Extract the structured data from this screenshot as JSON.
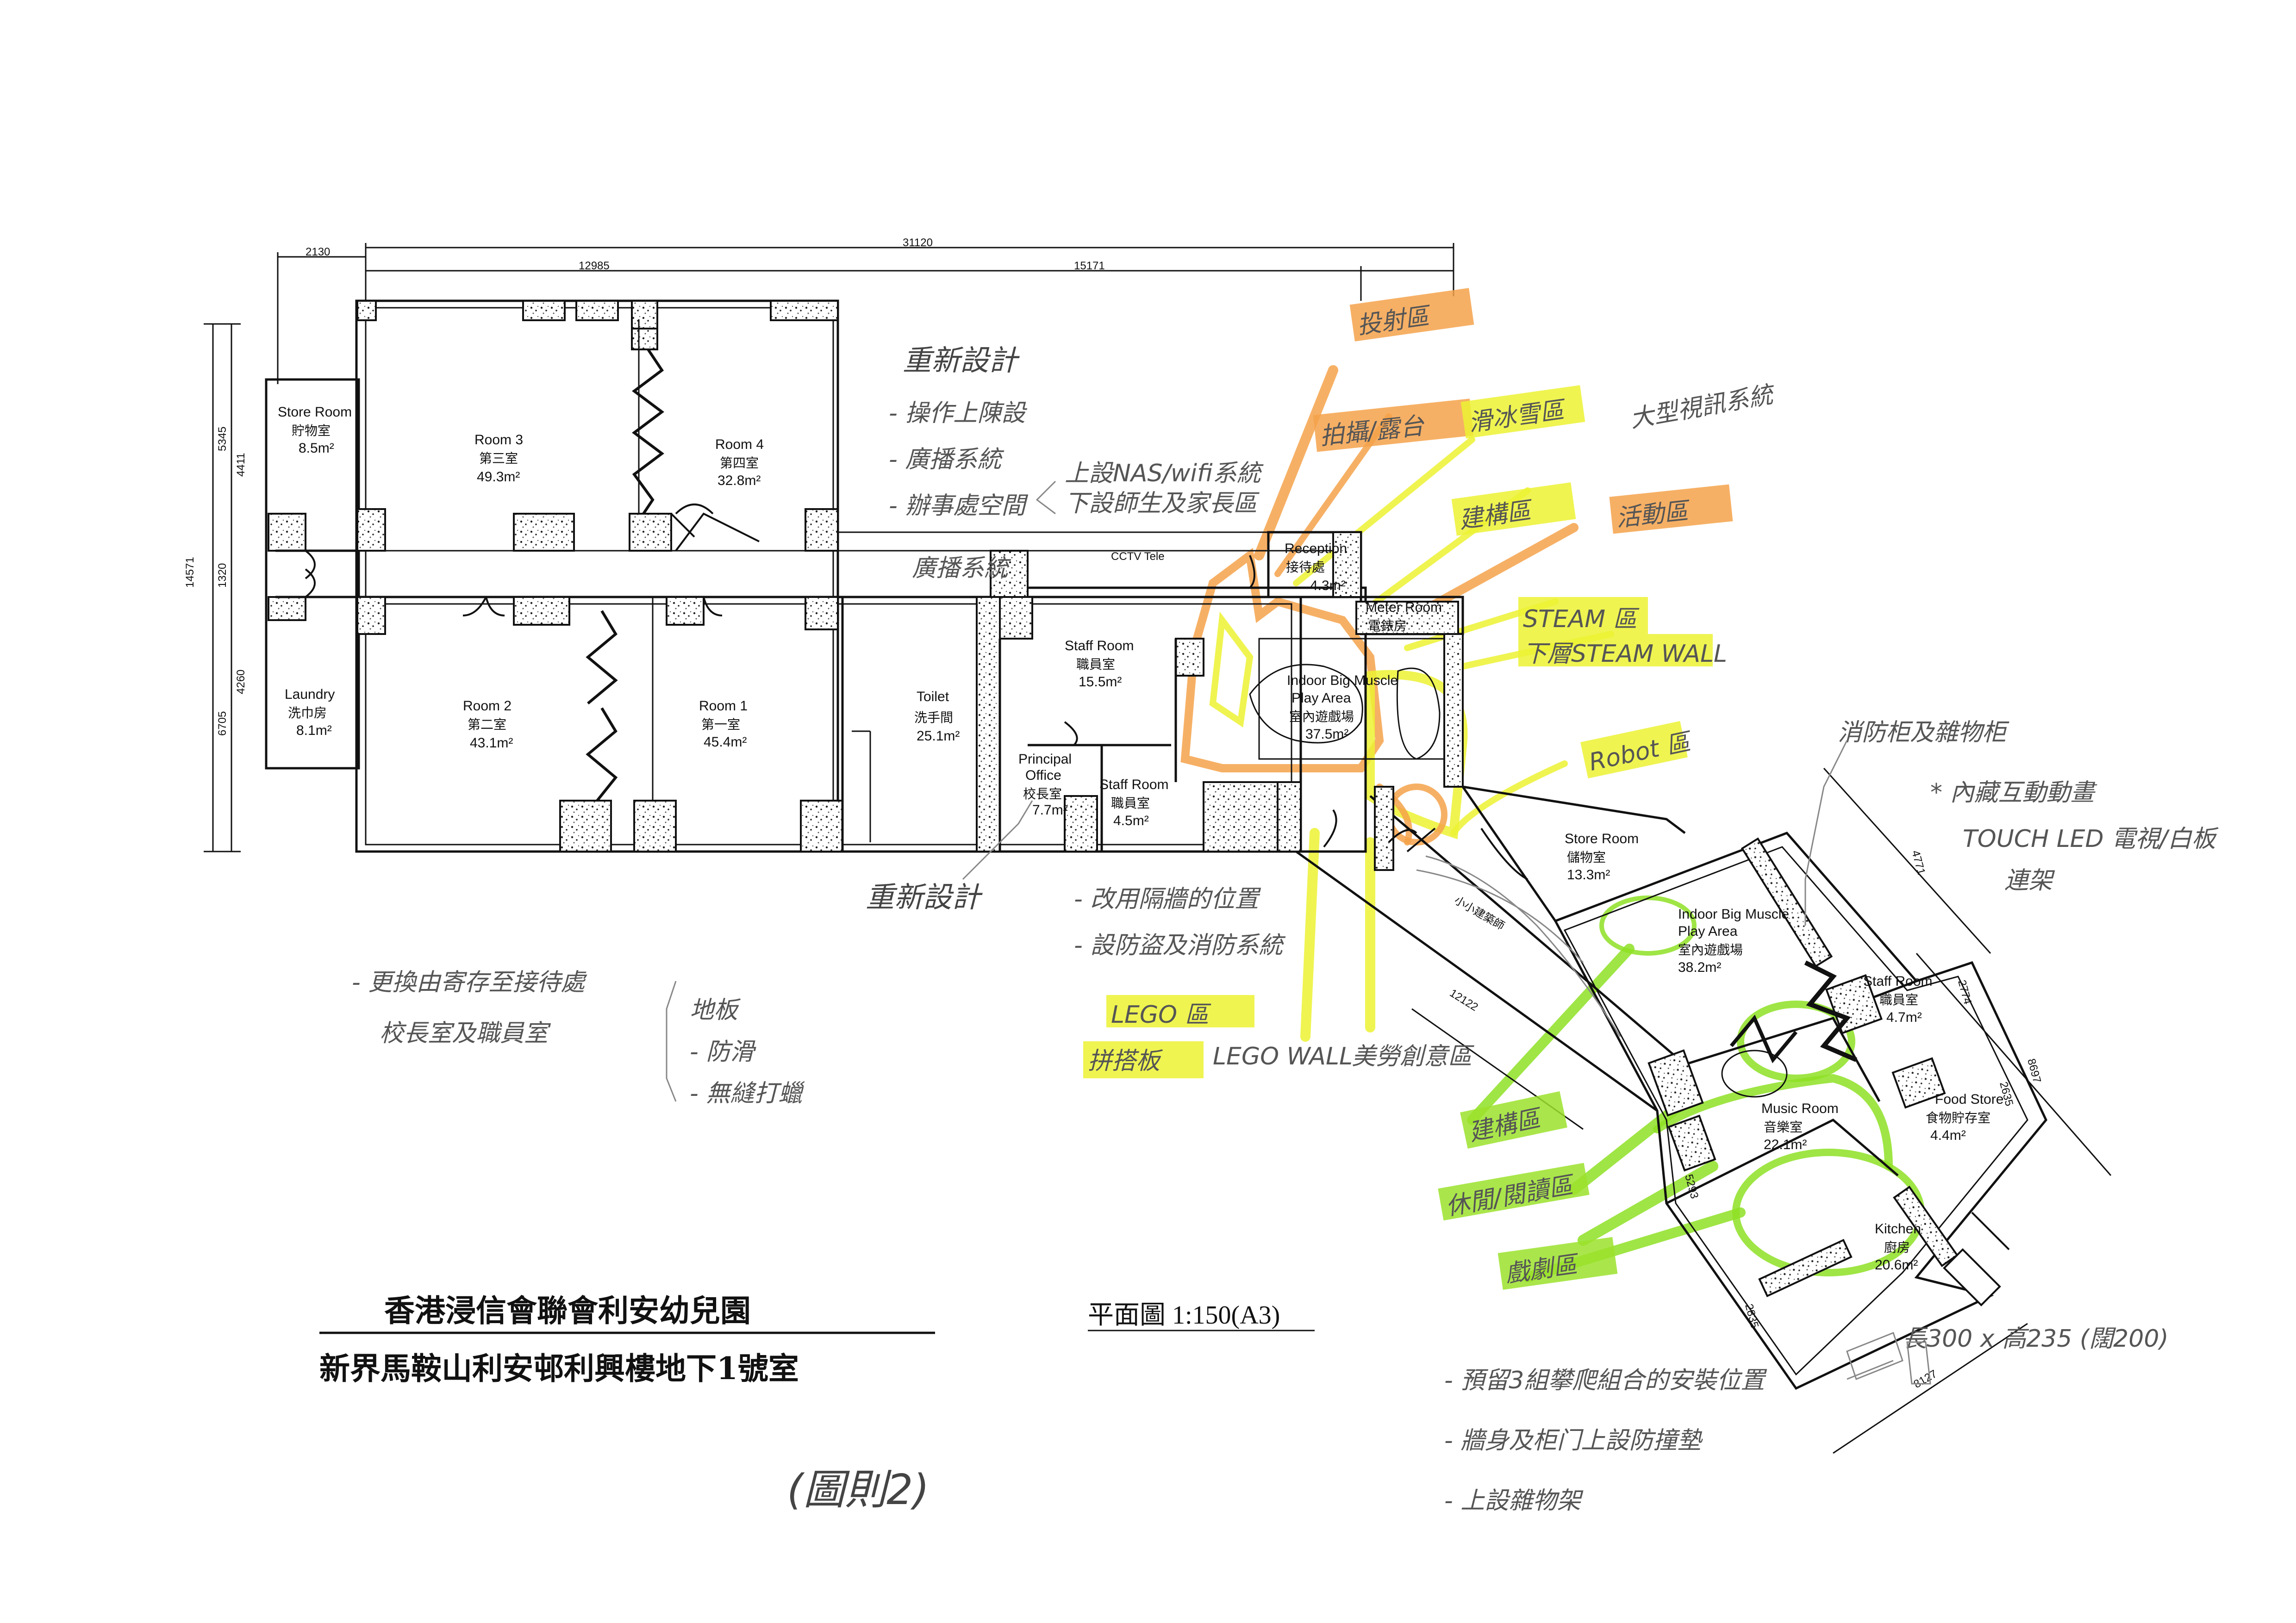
{
  "title": {
    "line1": "香港浸信會聯會利安幼兒園",
    "line2": "新界馬鞍山利安邨利興樓地下1號室",
    "scale": "平面圖 1:150(A3)",
    "figure_no": "(圖則2)"
  },
  "rooms": {
    "store_room_1": {
      "en": "Store Room",
      "zh": "貯物室",
      "area": "8.5m²"
    },
    "room3": {
      "en": "Room 3",
      "zh": "第三室",
      "area": "49.3m²"
    },
    "room4": {
      "en": "Room 4",
      "zh": "第四室",
      "area": "32.8m²"
    },
    "laundry": {
      "en": "Laundry",
      "zh": "洗巾房",
      "area": "8.1m²"
    },
    "room2": {
      "en": "Room 2",
      "zh": "第二室",
      "area": "43.1m²"
    },
    "room1": {
      "en": "Room 1",
      "zh": "第一室",
      "area": "45.4m²"
    },
    "toilet": {
      "en": "Toilet",
      "zh": "洗手間",
      "area": "25.1m²"
    },
    "staff_room_1": {
      "en": "Staff Room",
      "zh": "職員室",
      "area": "15.5m²"
    },
    "principal": {
      "en1": "Principal",
      "en2": "Office",
      "zh": "校長室",
      "area": "7.7m²"
    },
    "staff_room_2": {
      "en": "Staff Room",
      "zh": "職員室",
      "area": "4.5m²"
    },
    "reception": {
      "en": "Reception",
      "zh": "接待處",
      "area": "4.3m²"
    },
    "meter_room": {
      "en": "Meter Room",
      "zh": "電錶房"
    },
    "play_area_1": {
      "en1": "Indoor Big Muscle",
      "en2": "Play Area",
      "zh": "室內遊戲場",
      "area": "37.5m²"
    },
    "store_room_2": {
      "en": "Store Room",
      "zh": "儲物室",
      "area": "13.3m²"
    },
    "play_area_2": {
      "en1": "Indoor Big Muscle",
      "en2": "Play Area",
      "zh": "室內遊戲場",
      "area": "38.2m²"
    },
    "staff_room_3": {
      "en": "Staff Room",
      "zh": "職員室",
      "area": "4.7m²"
    },
    "food_store": {
      "en": "Food Store",
      "zh": "食物貯存室",
      "area": "4.4m²"
    },
    "music_room": {
      "en": "Music Room",
      "zh": "音樂室",
      "area": "22.1m²"
    },
    "kitchen": {
      "en": "Kitchen",
      "zh": "廚房",
      "area": "20.6m²"
    }
  },
  "dimensions": {
    "top_left": "2130",
    "top_total": "31120",
    "top_a": "12985",
    "top_b": "15171",
    "left_total": "14571",
    "left_a": "5345",
    "left_b": "4411",
    "left_c": "1320",
    "left_d": "4260",
    "left_e": "6705",
    "corridor": "12122",
    "right_a": "4771",
    "right_b": "2774",
    "right_c": "8697",
    "right_d": "2635",
    "bottom_a": "5293",
    "bottom_b": "2835",
    "bottom_c": "8127"
  },
  "notes": {
    "redesign_title": "重新設計",
    "redesign_items": [
      "- 操作上陳設",
      "- 廣播系統",
      "- 辦事處空間"
    ],
    "upper_arrow_1": "上設NAS/wifi系統",
    "upper_arrow_2": "下設師生及家長區",
    "broadcast": "廣播系統",
    "cctv": "CCTV Tele",
    "redesign_2": "重新設計",
    "mid_notes": [
      "- 改用隔牆的位置",
      "- 設防盜及消防系統"
    ],
    "left_notes_1": "- 更換由寄存至接待處",
    "left_notes_2": "校長室及職員室",
    "left_list": [
      "地板",
      "- 防滑",
      "- 無縫打蠟"
    ],
    "lego_1": "LEGO 區",
    "lego_2": "拼搭板",
    "lego_3": "LEGO WALL",
    "art_area": "美勞創意區",
    "fire_note": "消防柜及雜物柜",
    "hidden_note_1": "* 內藏互動動畫",
    "hidden_note_2": "TOUCH LED 電視/白板",
    "hidden_note_3": "連架",
    "bottom_notes": [
      "- 預留3組攀爬組合的安裝位置",
      "- 牆身及柜门上設防撞墊",
      "- 上設雜物架"
    ],
    "size_note": "長300 x 高235 (闊200)"
  },
  "highlights": {
    "orange": [
      "投射區",
      "拍攝/露台",
      "活動區"
    ],
    "yellow": [
      "滑冰雪區",
      "大型視訊系統",
      "建構區",
      "STEAM 區",
      "下層STEAM WALL",
      "Robot 區",
      "小小建築師"
    ],
    "green": [
      "建構區",
      "休閒/閱讀區",
      "戲劇區"
    ]
  },
  "colors": {
    "yellow": "#ecf233",
    "orange": "#f5a24a",
    "green": "#9be22c"
  }
}
